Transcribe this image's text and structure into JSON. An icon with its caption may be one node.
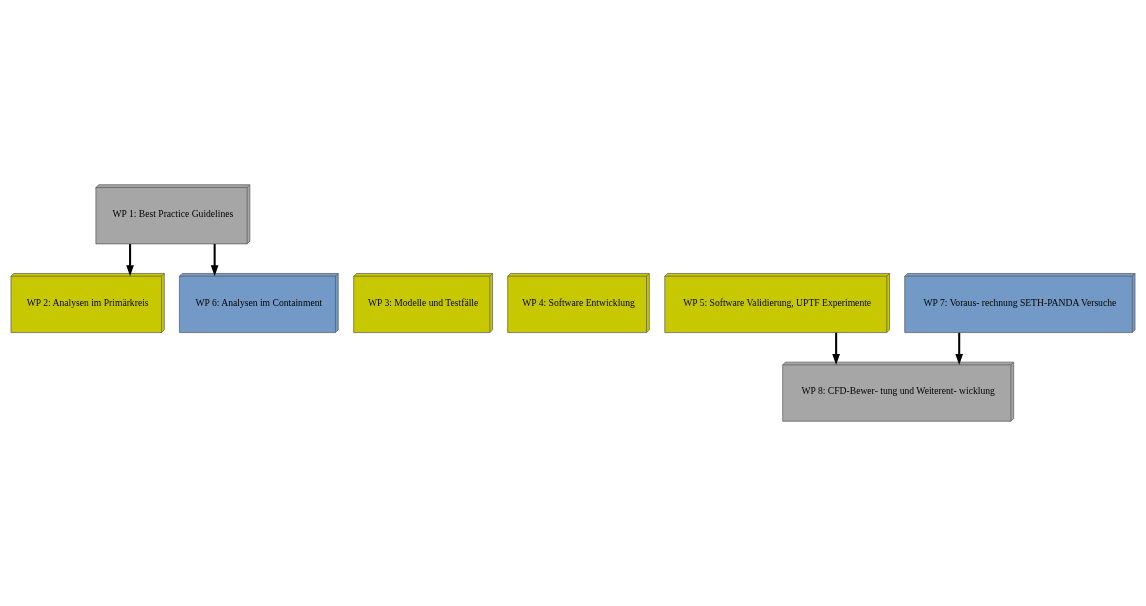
{
  "diagram": {
    "nodes": [
      {
        "text": [
          "WP 1: Best Practice Guidelines"
        ]
      },
      {
        "text": [
          "WP 2: Analysen im Primärkreis"
        ]
      },
      {
        "text": [
          "WP 3: Modelle und Testfälle"
        ]
      },
      {
        "text": [
          "WP 4: Software Entwicklung"
        ]
      },
      {
        "text": [
          "WP 5: Software Validierung, UPTF Experimente"
        ]
      },
      {
        "text": [
          "WP 6: Analysen im Containment"
        ]
      },
      {
        "text": [
          "WP 7: Voraus- rechnung SETH-PANDA Versuche"
        ]
      },
      {
        "text": [
          "WP 8: CFD-Bewer- tung und Weiterent- wicklung"
        ]
      }
    ],
    "edges": [
      {
        "from": 0,
        "to": 1,
        "arrow": "to"
      },
      {
        "from": 0,
        "to": 5,
        "arrow": "to"
      },
      {
        "from": 4,
        "to": 7,
        "arrow": "to"
      },
      {
        "from": 6,
        "to": 7,
        "arrow": "to"
      }
    ]
  }
}
